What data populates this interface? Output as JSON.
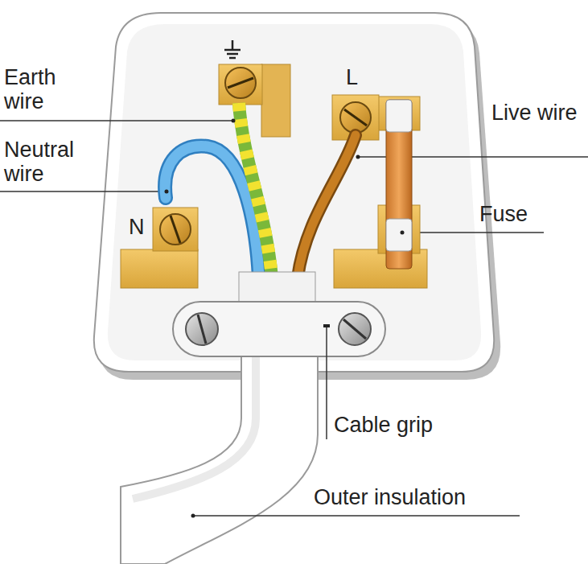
{
  "diagram": {
    "labels": [
      "Earth wire",
      "Neutral wire",
      "N",
      "L",
      "Live wire",
      "Fuse",
      "Cable grip",
      "Outer insulation"
    ]
  }
}
